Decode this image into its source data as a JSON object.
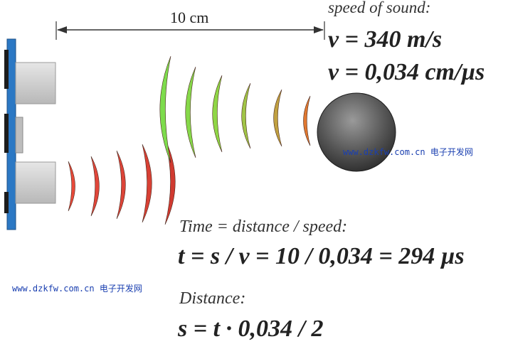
{
  "diagram": {
    "measurement_label": "10 cm",
    "speed_caption": "speed of sound:",
    "speed_formula_1": "v = 340 m/s",
    "speed_formula_2": "v = 0,034 cm/µs",
    "time_caption": "Time = distance / speed:",
    "time_formula": "t = s / v = 10 / 0,034 = 294 µs",
    "distance_caption": "Distance:",
    "distance_formula": "s = t · 0,034 / 2"
  },
  "watermarks": [
    {
      "url": "www.dzkfw.com.cn",
      "name": "电子开发网"
    },
    {
      "url": "www.dzkfw.com.cn",
      "name": "电子开发网"
    }
  ],
  "colors": {
    "board": "#2b78c4",
    "transducer": "#c8c8c8",
    "emitted_waves": [
      "#e84a3a",
      "#e0463a",
      "#dc4438",
      "#d84034",
      "#d03a30"
    ],
    "echo_waves": [
      "#7ddc4c",
      "#86d84a",
      "#8fd646",
      "#a0c446",
      "#c0a040",
      "#e07830"
    ],
    "object": "#555555",
    "watermark": "#1a3fb0"
  }
}
